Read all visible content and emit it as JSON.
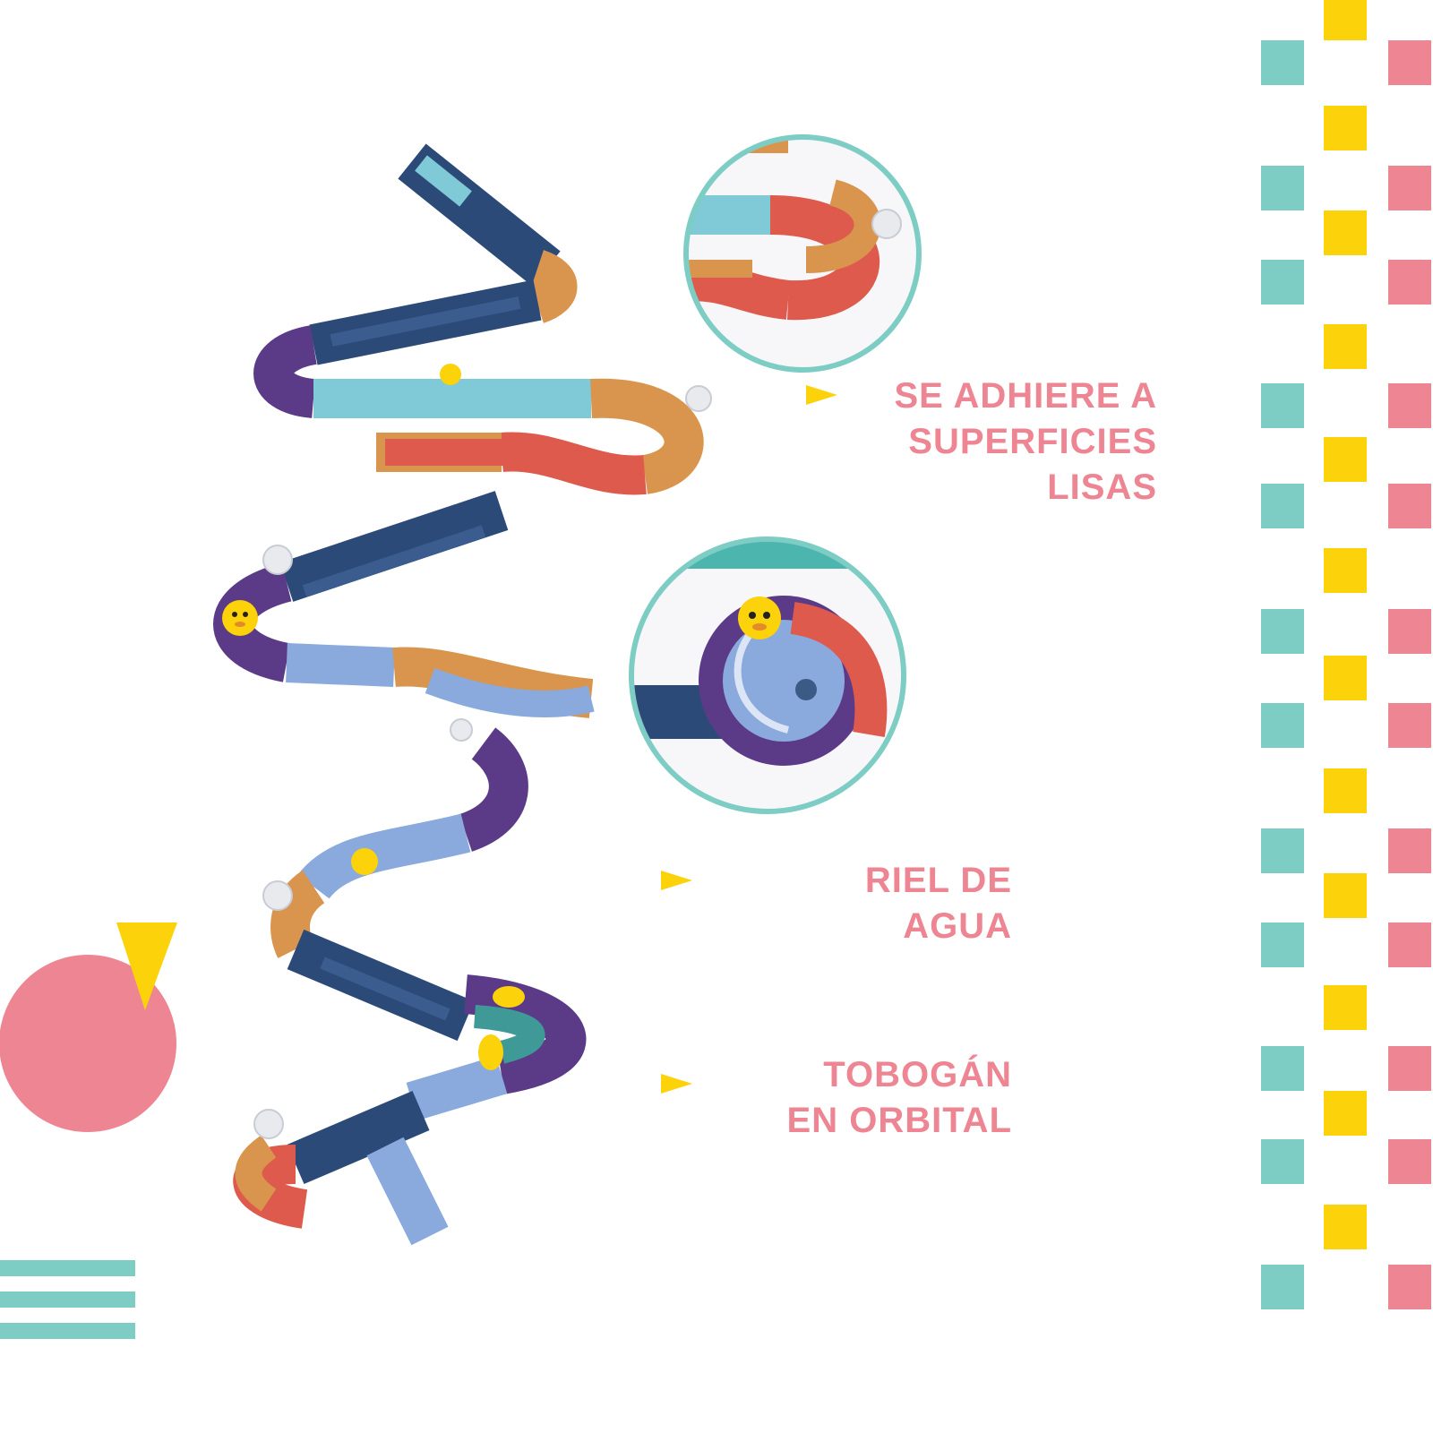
{
  "colors": {
    "pink": "#ee8593",
    "teal": "#7dcdc5",
    "yellow": "#fcd20b",
    "track_navy": "#2c4a78",
    "track_periwinkle": "#8aa9dc",
    "track_purple": "#5b3a88",
    "track_sky": "#7fcad6",
    "track_orange": "#d9954e",
    "track_red": "#dd5a4c"
  },
  "features": [
    {
      "lines": [
        "SE ADHIERE A",
        "SUPERFICIES",
        "LISAS"
      ]
    },
    {
      "lines": [
        "RIEL DE",
        "AGUA"
      ]
    },
    {
      "lines": [
        "TOBOGÁN",
        "EN ORBITAL"
      ]
    }
  ],
  "icons": {
    "bullet": "triangle-pointer-icon",
    "duck": "rubber-duck-icon"
  }
}
